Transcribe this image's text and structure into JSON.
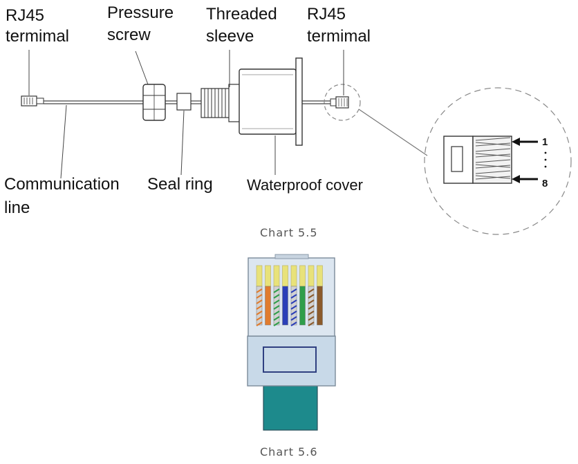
{
  "figure_top": {
    "labels": {
      "rj45_left_line1": "RJ45",
      "rj45_left_line2": "termimal",
      "pressure_screw_line1": "Pressure",
      "pressure_screw_line2": "screw",
      "threaded_sleeve_line1": "Threaded",
      "threaded_sleeve_line2": "sleeve",
      "rj45_right_line1": "RJ45",
      "rj45_right_line2": "termimal",
      "communication_line_line1": "Communication",
      "communication_line_line2": "line",
      "seal_ring": "Seal ring",
      "waterproof_cover": "Waterproof cover"
    },
    "pins": {
      "first": "1",
      "last": "8"
    },
    "caption": "Chart 5.5"
  },
  "figure_bottom": {
    "caption": "Chart 5.6",
    "wire_colors": [
      {
        "solid": "#d2d2d2",
        "stripe": "#e07b2e"
      },
      {
        "solid": "#e07b2e",
        "stripe": null
      },
      {
        "solid": "#d2d2d2",
        "stripe": "#2f9e4a"
      },
      {
        "solid": "#2b3fb8",
        "stripe": null
      },
      {
        "solid": "#d2d2d2",
        "stripe": "#2b3fb8"
      },
      {
        "solid": "#2f9e4a",
        "stripe": null
      },
      {
        "solid": "#d2d2d2",
        "stripe": "#8b5a2b"
      },
      {
        "solid": "#8b5a2b",
        "stripe": null
      }
    ],
    "contact_color": "#e8e27a",
    "plug_color": "#c8d9e8",
    "cable_color": "#1d8a8c"
  }
}
